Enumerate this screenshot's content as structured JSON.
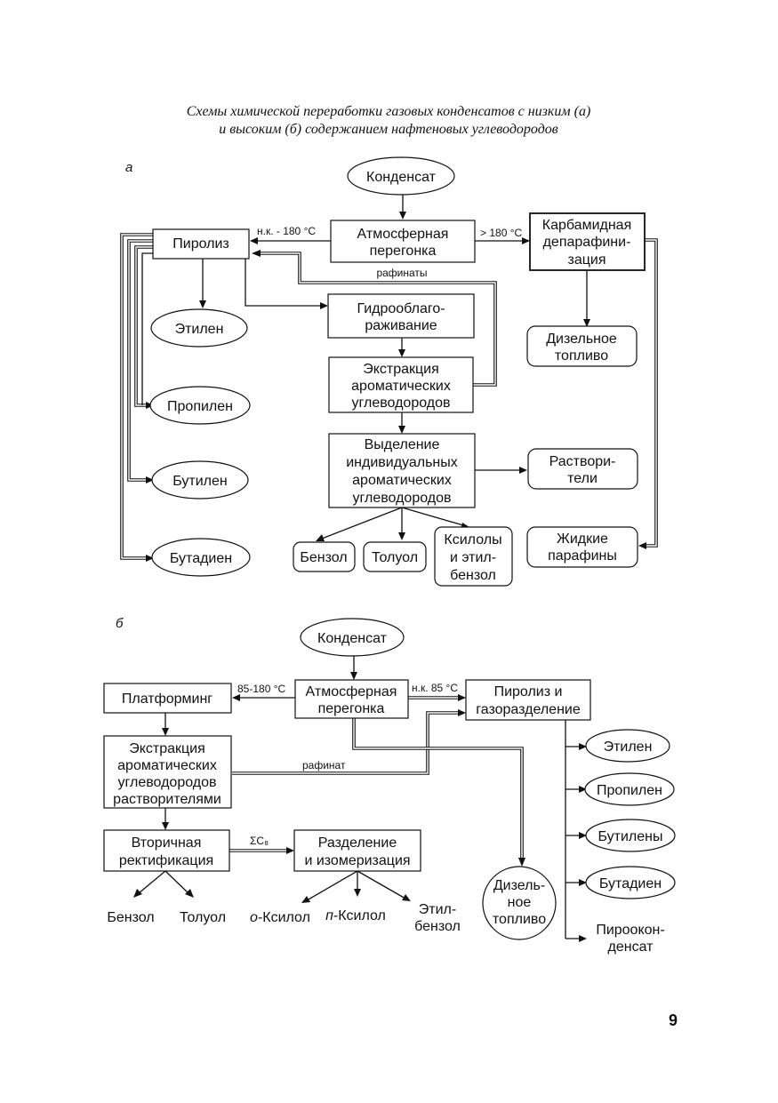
{
  "caption": {
    "line1": "Схемы химической переработки газовых конденсатов с низким (а)",
    "line2": "и высоким (б) содержанием нафтеновых углеводородов"
  },
  "diagram_a": {
    "label": "а",
    "condensate": "Конденсат",
    "atm_distillation": [
      "Атмосферная",
      "перегонка"
    ],
    "pyrolysis": "Пиролиз",
    "carbamide_dewaxing": [
      "Карбамидная",
      "депарафини-",
      "зация"
    ],
    "edge_ibp_180": "н.к. - 180 °С",
    "edge_gt_180": "> 180 °С",
    "edge_raffinates": "рафинаты",
    "hydrorefining": [
      "Гидрооблаго-",
      "раживание"
    ],
    "extraction": [
      "Экстракция",
      "ароматических",
      "углеводородов"
    ],
    "separation": [
      "Выделение",
      "индивидуальных",
      "ароматических",
      "углеводородов"
    ],
    "diesel_fuel": [
      "Дизельное",
      "топливо"
    ],
    "solvents": [
      "Раствори-",
      "тели"
    ],
    "liquid_paraffins": [
      "Жидкие",
      "парафины"
    ],
    "ethylene": "Этилен",
    "propylene": "Пропилен",
    "butylene": "Бутилен",
    "butadiene": "Бутадиен",
    "benzene": "Бензол",
    "toluene": "Толуол",
    "xylenes": [
      "Ксилолы",
      "и этил-",
      "бензол"
    ]
  },
  "diagram_b": {
    "label": "б",
    "condensate": "Конденсат",
    "atm_distillation": [
      "Атмосферная",
      "перегонка"
    ],
    "platforming": "Платформинг",
    "edge_85_180": "85-180 °С",
    "edge_ibp_85": "н.к. 85 °С",
    "pyrolysis_gas_sep": [
      "Пиролиз и",
      "газоразделение"
    ],
    "solvent_extraction": [
      "Экстракция",
      "ароматических",
      "углеводородов",
      "растворителями"
    ],
    "edge_raffinate": "рафинат",
    "secondary_rectification": [
      "Вторичная",
      "ректификация"
    ],
    "edge_sum_c8": "ΣС₈",
    "separation_isomerization": [
      "Разделение",
      "и изомеризация"
    ],
    "benzene": "Бензол",
    "toluene": "Толуол",
    "o_xylene_prefix": "о",
    "o_xylene_suffix": "-Ксилол",
    "p_xylene_prefix": "п",
    "p_xylene_suffix": "-Ксилол",
    "ethylbenzene": [
      "Этил-",
      "бензол"
    ],
    "diesel_fuel": [
      "Дизель-",
      "ное",
      "топливо"
    ],
    "ethylene": "Этилен",
    "propylene": "Пропилен",
    "butylenes": "Бутилены",
    "butadiene": "Бутадиен",
    "pyrocondensate": [
      "Пироокон-",
      "денсат"
    ]
  },
  "page_number": "9"
}
